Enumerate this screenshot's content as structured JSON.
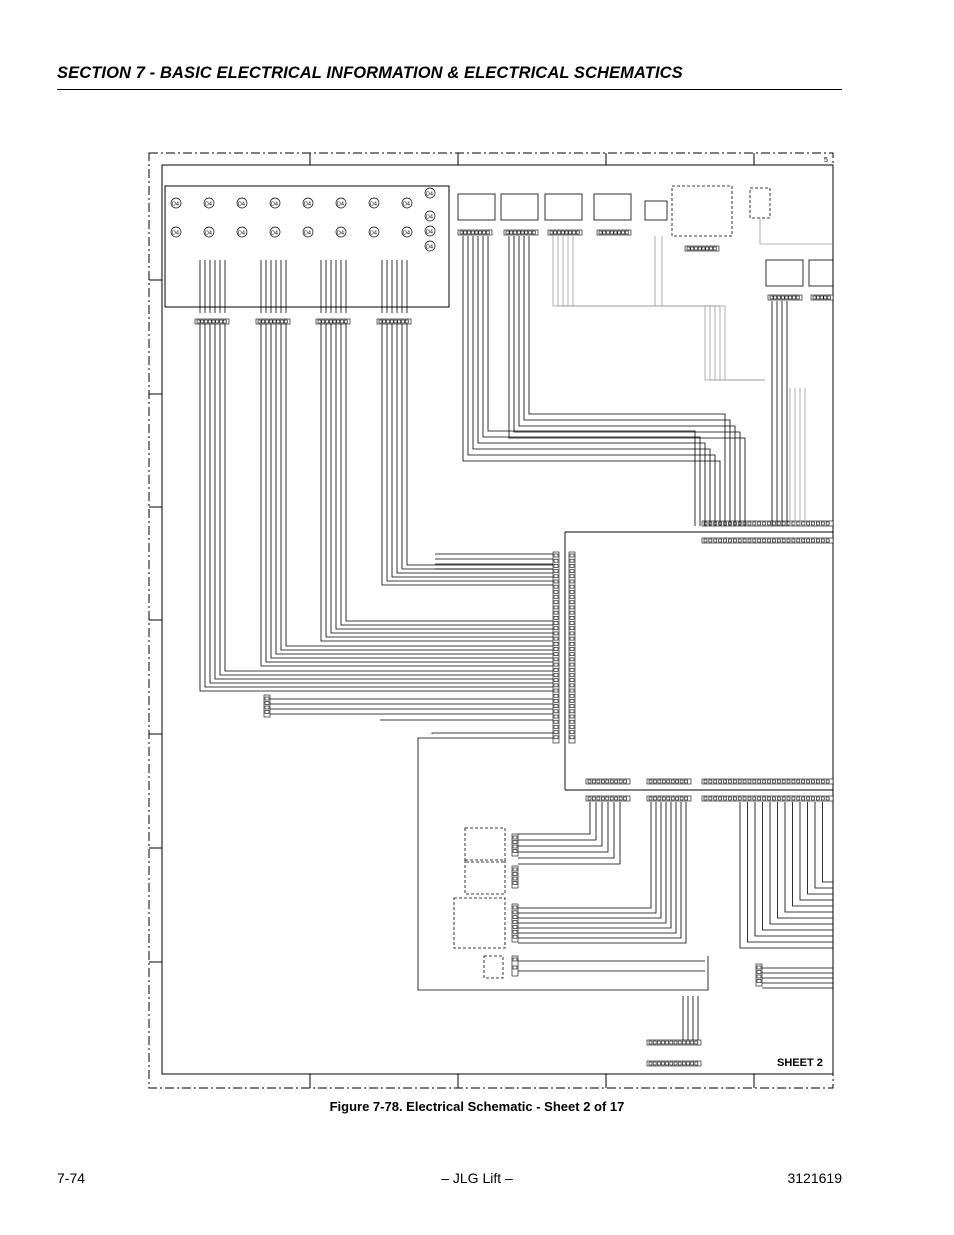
{
  "header": {
    "section_title": "SECTION 7 - BASIC ELECTRICAL INFORMATION & ELECTRICAL SCHEMATICS"
  },
  "figure": {
    "caption": "Figure 7-78.  Electrical Schematic - Sheet 2 of 17",
    "sheet_label": "SHEET 2",
    "zone_mark": "5",
    "led_label": "D4"
  },
  "footer": {
    "page_number": "7-74",
    "center": "– JLG Lift –",
    "doc_number": "3121619"
  }
}
